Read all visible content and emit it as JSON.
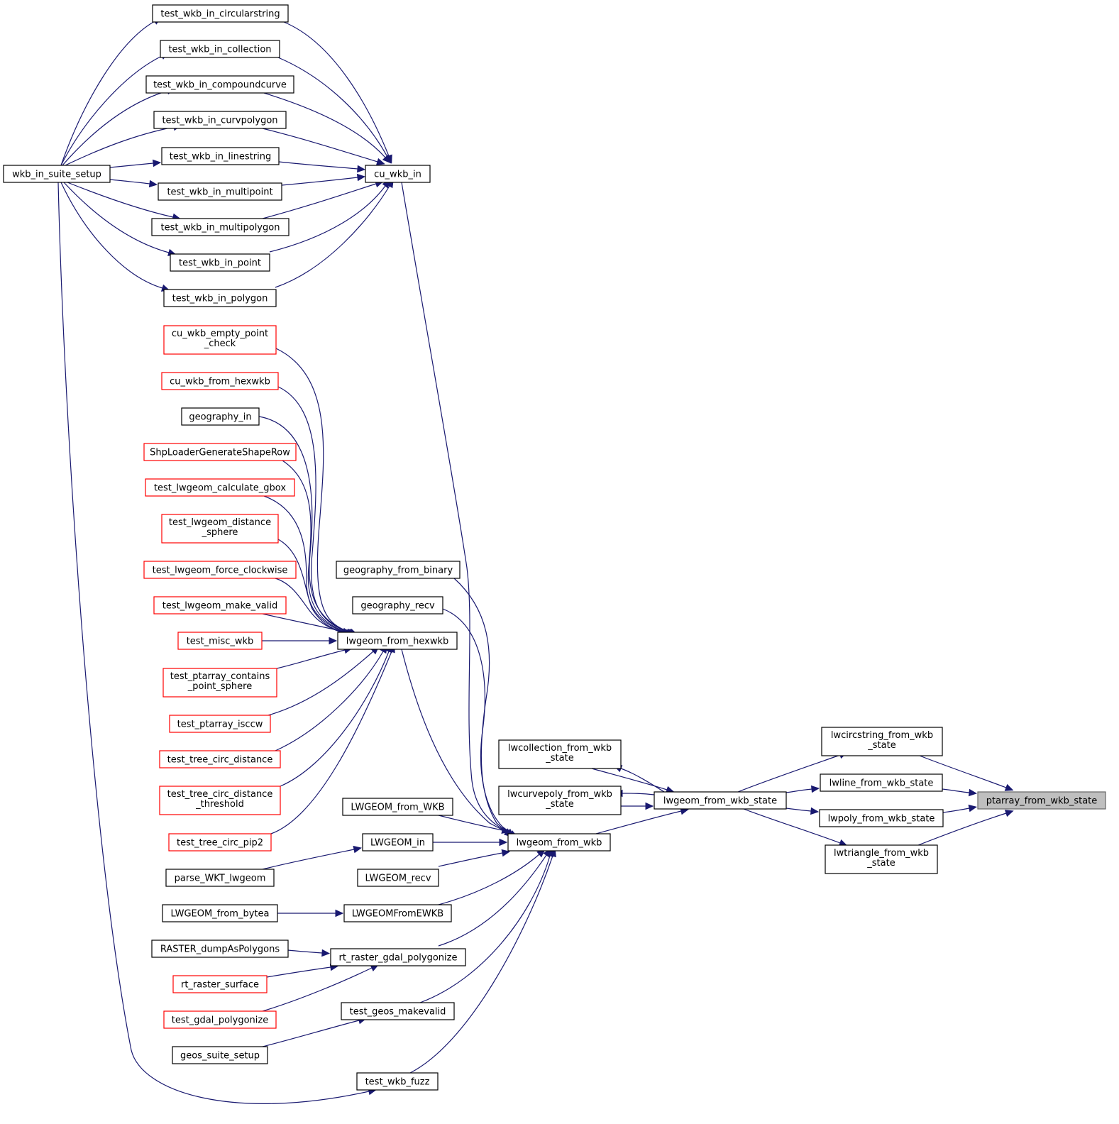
{
  "diagram": {
    "colors": {
      "edge": "#191970",
      "node_border": "#000000",
      "external_node_border": "#ff0000",
      "root_fill": "#bfbfbf"
    },
    "nodes": [
      {
        "id": "ptarray_from_wkb_state",
        "lines": [
          "ptarray_from_wkb_state"
        ],
        "kind": "root"
      },
      {
        "id": "lwcircstring_from_wkb_state",
        "lines": [
          "lwcircstring_from_wkb",
          "_state"
        ],
        "kind": "normal"
      },
      {
        "id": "lwline_from_wkb_state",
        "lines": [
          "lwline_from_wkb_state"
        ],
        "kind": "normal"
      },
      {
        "id": "lwpoly_from_wkb_state",
        "lines": [
          "lwpoly_from_wkb_state"
        ],
        "kind": "normal"
      },
      {
        "id": "lwtriangle_from_wkb_state",
        "lines": [
          "lwtriangle_from_wkb",
          "_state"
        ],
        "kind": "normal"
      },
      {
        "id": "lwgeom_from_wkb_state",
        "lines": [
          "lwgeom_from_wkb_state"
        ],
        "kind": "normal"
      },
      {
        "id": "lwcollection_from_wkb_state",
        "lines": [
          "lwcollection_from_wkb",
          "_state"
        ],
        "kind": "normal"
      },
      {
        "id": "lwcurvepoly_from_wkb_state",
        "lines": [
          "lwcurvepoly_from_wkb",
          "_state"
        ],
        "kind": "normal"
      },
      {
        "id": "lwgeom_from_wkb",
        "lines": [
          "lwgeom_from_wkb"
        ],
        "kind": "normal"
      },
      {
        "id": "cu_wkb_in",
        "lines": [
          "cu_wkb_in"
        ],
        "kind": "normal"
      },
      {
        "id": "geography_from_binary",
        "lines": [
          "geography_from_binary"
        ],
        "kind": "normal"
      },
      {
        "id": "geography_recv",
        "lines": [
          "geography_recv"
        ],
        "kind": "normal"
      },
      {
        "id": "lwgeom_from_hexwkb",
        "lines": [
          "lwgeom_from_hexwkb"
        ],
        "kind": "normal"
      },
      {
        "id": "LWGEOM_from_WKB",
        "lines": [
          "LWGEOM_from_WKB"
        ],
        "kind": "normal"
      },
      {
        "id": "LWGEOM_in",
        "lines": [
          "LWGEOM_in"
        ],
        "kind": "normal"
      },
      {
        "id": "LWGEOM_recv",
        "lines": [
          "LWGEOM_recv"
        ],
        "kind": "normal"
      },
      {
        "id": "LWGEOMFromEWKB",
        "lines": [
          "LWGEOMFromEWKB"
        ],
        "kind": "normal"
      },
      {
        "id": "rt_raster_gdal_polygonize",
        "lines": [
          "rt_raster_gdal_polygonize"
        ],
        "kind": "normal"
      },
      {
        "id": "test_geos_makevalid",
        "lines": [
          "test_geos_makevalid"
        ],
        "kind": "normal"
      },
      {
        "id": "test_wkb_fuzz",
        "lines": [
          "test_wkb_fuzz"
        ],
        "kind": "normal"
      },
      {
        "id": "test_wkb_in_circularstring",
        "lines": [
          "test_wkb_in_circularstring"
        ],
        "kind": "normal"
      },
      {
        "id": "test_wkb_in_collection",
        "lines": [
          "test_wkb_in_collection"
        ],
        "kind": "normal"
      },
      {
        "id": "test_wkb_in_compoundcurve",
        "lines": [
          "test_wkb_in_compoundcurve"
        ],
        "kind": "normal"
      },
      {
        "id": "test_wkb_in_curvpolygon",
        "lines": [
          "test_wkb_in_curvpolygon"
        ],
        "kind": "normal"
      },
      {
        "id": "test_wkb_in_linestring",
        "lines": [
          "test_wkb_in_linestring"
        ],
        "kind": "normal"
      },
      {
        "id": "test_wkb_in_multipoint",
        "lines": [
          "test_wkb_in_multipoint"
        ],
        "kind": "normal"
      },
      {
        "id": "test_wkb_in_multipolygon",
        "lines": [
          "test_wkb_in_multipolygon"
        ],
        "kind": "normal"
      },
      {
        "id": "test_wkb_in_point",
        "lines": [
          "test_wkb_in_point"
        ],
        "kind": "normal"
      },
      {
        "id": "test_wkb_in_polygon",
        "lines": [
          "test_wkb_in_polygon"
        ],
        "kind": "normal"
      },
      {
        "id": "wkb_in_suite_setup",
        "lines": [
          "wkb_in_suite_setup"
        ],
        "kind": "normal"
      },
      {
        "id": "cu_wkb_empty_point_check",
        "lines": [
          "cu_wkb_empty_point",
          "_check"
        ],
        "kind": "external"
      },
      {
        "id": "cu_wkb_from_hexwkb",
        "lines": [
          "cu_wkb_from_hexwkb"
        ],
        "kind": "external"
      },
      {
        "id": "geography_in",
        "lines": [
          "geography_in"
        ],
        "kind": "normal"
      },
      {
        "id": "ShpLoaderGenerateShapeRow",
        "lines": [
          "ShpLoaderGenerateShapeRow"
        ],
        "kind": "external"
      },
      {
        "id": "test_lwgeom_calculate_gbox",
        "lines": [
          "test_lwgeom_calculate_gbox"
        ],
        "kind": "external"
      },
      {
        "id": "test_lwgeom_distance_sphere",
        "lines": [
          "test_lwgeom_distance",
          "_sphere"
        ],
        "kind": "external"
      },
      {
        "id": "test_lwgeom_force_clockwise",
        "lines": [
          "test_lwgeom_force_clockwise"
        ],
        "kind": "external"
      },
      {
        "id": "test_lwgeom_make_valid",
        "lines": [
          "test_lwgeom_make_valid"
        ],
        "kind": "external"
      },
      {
        "id": "test_misc_wkb",
        "lines": [
          "test_misc_wkb"
        ],
        "kind": "external"
      },
      {
        "id": "test_ptarray_contains_point_sphere",
        "lines": [
          "test_ptarray_contains",
          "_point_sphere"
        ],
        "kind": "external"
      },
      {
        "id": "test_ptarray_isccw",
        "lines": [
          "test_ptarray_isccw"
        ],
        "kind": "external"
      },
      {
        "id": "test_tree_circ_distance",
        "lines": [
          "test_tree_circ_distance"
        ],
        "kind": "external"
      },
      {
        "id": "test_tree_circ_distance_threshold",
        "lines": [
          "test_tree_circ_distance",
          "_threshold"
        ],
        "kind": "external"
      },
      {
        "id": "test_tree_circ_pip2",
        "lines": [
          "test_tree_circ_pip2"
        ],
        "kind": "external"
      },
      {
        "id": "parse_WKT_lwgeom",
        "lines": [
          "parse_WKT_lwgeom"
        ],
        "kind": "normal"
      },
      {
        "id": "LWGEOM_from_bytea",
        "lines": [
          "LWGEOM_from_bytea"
        ],
        "kind": "normal"
      },
      {
        "id": "RASTER_dumpAsPolygons",
        "lines": [
          "RASTER_dumpAsPolygons"
        ],
        "kind": "normal"
      },
      {
        "id": "rt_raster_surface",
        "lines": [
          "rt_raster_surface"
        ],
        "kind": "external"
      },
      {
        "id": "test_gdal_polygonize",
        "lines": [
          "test_gdal_polygonize"
        ],
        "kind": "external"
      },
      {
        "id": "geos_suite_setup",
        "lines": [
          "geos_suite_setup"
        ],
        "kind": "normal"
      }
    ],
    "edges": [
      [
        "lwcircstring_from_wkb_state",
        "ptarray_from_wkb_state"
      ],
      [
        "lwline_from_wkb_state",
        "ptarray_from_wkb_state"
      ],
      [
        "lwpoly_from_wkb_state",
        "ptarray_from_wkb_state"
      ],
      [
        "lwtriangle_from_wkb_state",
        "ptarray_from_wkb_state"
      ],
      [
        "lwgeom_from_wkb_state",
        "lwcircstring_from_wkb_state"
      ],
      [
        "lwgeom_from_wkb_state",
        "lwline_from_wkb_state"
      ],
      [
        "lwgeom_from_wkb_state",
        "lwpoly_from_wkb_state"
      ],
      [
        "lwgeom_from_wkb_state",
        "lwtriangle_from_wkb_state"
      ],
      [
        "lwgeom_from_wkb_state",
        "lwcollection_from_wkb_state"
      ],
      [
        "lwgeom_from_wkb_state",
        "lwcurvepoly_from_wkb_state"
      ],
      [
        "lwcollection_from_wkb_state",
        "lwgeom_from_wkb_state"
      ],
      [
        "lwcurvepoly_from_wkb_state",
        "lwgeom_from_wkb_state"
      ],
      [
        "lwgeom_from_wkb",
        "lwgeom_from_wkb_state"
      ],
      [
        "cu_wkb_in",
        "lwgeom_from_wkb"
      ],
      [
        "geography_from_binary",
        "lwgeom_from_wkb"
      ],
      [
        "geography_recv",
        "lwgeom_from_wkb"
      ],
      [
        "lwgeom_from_hexwkb",
        "lwgeom_from_wkb"
      ],
      [
        "LWGEOM_from_WKB",
        "lwgeom_from_wkb"
      ],
      [
        "LWGEOM_in",
        "lwgeom_from_wkb"
      ],
      [
        "LWGEOM_recv",
        "lwgeom_from_wkb"
      ],
      [
        "LWGEOMFromEWKB",
        "lwgeom_from_wkb"
      ],
      [
        "rt_raster_gdal_polygonize",
        "lwgeom_from_wkb"
      ],
      [
        "test_geos_makevalid",
        "lwgeom_from_wkb"
      ],
      [
        "test_wkb_fuzz",
        "lwgeom_from_wkb"
      ],
      [
        "test_wkb_in_circularstring",
        "cu_wkb_in"
      ],
      [
        "test_wkb_in_collection",
        "cu_wkb_in"
      ],
      [
        "test_wkb_in_compoundcurve",
        "cu_wkb_in"
      ],
      [
        "test_wkb_in_curvpolygon",
        "cu_wkb_in"
      ],
      [
        "test_wkb_in_linestring",
        "cu_wkb_in"
      ],
      [
        "test_wkb_in_multipoint",
        "cu_wkb_in"
      ],
      [
        "test_wkb_in_multipolygon",
        "cu_wkb_in"
      ],
      [
        "test_wkb_in_point",
        "cu_wkb_in"
      ],
      [
        "test_wkb_in_polygon",
        "cu_wkb_in"
      ],
      [
        "wkb_in_suite_setup",
        "test_wkb_in_circularstring"
      ],
      [
        "wkb_in_suite_setup",
        "test_wkb_in_collection"
      ],
      [
        "wkb_in_suite_setup",
        "test_wkb_in_compoundcurve"
      ],
      [
        "wkb_in_suite_setup",
        "test_wkb_in_curvpolygon"
      ],
      [
        "wkb_in_suite_setup",
        "test_wkb_in_linestring"
      ],
      [
        "wkb_in_suite_setup",
        "test_wkb_in_multipoint"
      ],
      [
        "wkb_in_suite_setup",
        "test_wkb_in_multipolygon"
      ],
      [
        "wkb_in_suite_setup",
        "test_wkb_in_point"
      ],
      [
        "wkb_in_suite_setup",
        "test_wkb_in_polygon"
      ],
      [
        "wkb_in_suite_setup",
        "test_wkb_fuzz"
      ],
      [
        "cu_wkb_empty_point_check",
        "lwgeom_from_hexwkb"
      ],
      [
        "cu_wkb_from_hexwkb",
        "lwgeom_from_hexwkb"
      ],
      [
        "geography_in",
        "lwgeom_from_hexwkb"
      ],
      [
        "ShpLoaderGenerateShapeRow",
        "lwgeom_from_hexwkb"
      ],
      [
        "test_lwgeom_calculate_gbox",
        "lwgeom_from_hexwkb"
      ],
      [
        "test_lwgeom_distance_sphere",
        "lwgeom_from_hexwkb"
      ],
      [
        "test_lwgeom_force_clockwise",
        "lwgeom_from_hexwkb"
      ],
      [
        "test_lwgeom_make_valid",
        "lwgeom_from_hexwkb"
      ],
      [
        "test_misc_wkb",
        "lwgeom_from_hexwkb"
      ],
      [
        "test_ptarray_contains_point_sphere",
        "lwgeom_from_hexwkb"
      ],
      [
        "test_ptarray_isccw",
        "lwgeom_from_hexwkb"
      ],
      [
        "test_tree_circ_distance",
        "lwgeom_from_hexwkb"
      ],
      [
        "test_tree_circ_distance_threshold",
        "lwgeom_from_hexwkb"
      ],
      [
        "test_tree_circ_pip2",
        "lwgeom_from_hexwkb"
      ],
      [
        "parse_WKT_lwgeom",
        "LWGEOM_in"
      ],
      [
        "LWGEOM_from_bytea",
        "LWGEOMFromEWKB"
      ],
      [
        "RASTER_dumpAsPolygons",
        "rt_raster_gdal_polygonize"
      ],
      [
        "rt_raster_surface",
        "rt_raster_gdal_polygonize"
      ],
      [
        "test_gdal_polygonize",
        "rt_raster_gdal_polygonize"
      ],
      [
        "geos_suite_setup",
        "test_geos_makevalid"
      ]
    ]
  }
}
